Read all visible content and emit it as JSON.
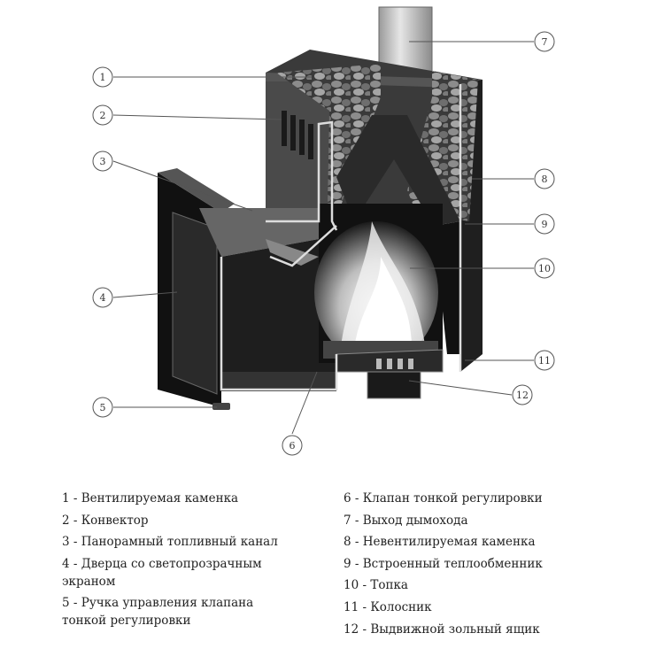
{
  "diagram": {
    "callouts": [
      "1",
      "2",
      "3",
      "4",
      "5",
      "6",
      "7",
      "8",
      "9",
      "10",
      "11",
      "12"
    ]
  },
  "legend": {
    "left": [
      "1 - Вентилируемая каменка",
      "2 - Конвектор",
      "3 - Панорамный топливный канал",
      "4 - Дверца со светопрозрачным экраном",
      "5 - Ручка управления клапана тонкой регулировки"
    ],
    "right": [
      "6 - Клапан тонкой регулировки",
      "7 - Выход дымохода",
      "8 - Невентилируемая каменка",
      "9 - Встроенный теплообменник",
      "10 - Топка",
      "11 - Колосник",
      "12 - Выдвижной зольный ящик"
    ]
  },
  "colors": {
    "metal_dark": "#2b2b2b",
    "metal_mid": "#4a4a4a",
    "flame": "#e8e8e8"
  }
}
